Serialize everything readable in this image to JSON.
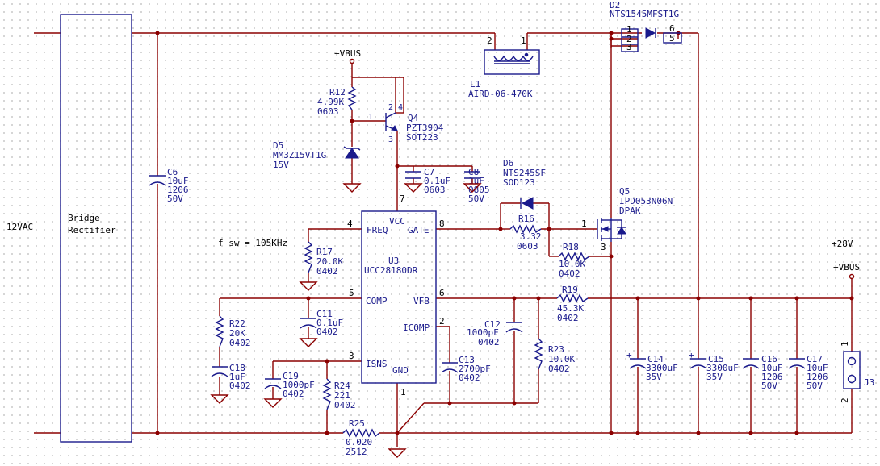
{
  "input": {
    "label": "12VAC"
  },
  "bridge": {
    "line1": "Bridge",
    "line2": "Rectifier"
  },
  "c6": {
    "ref": "C6",
    "value": "10uF",
    "pkg": "1206",
    "volt": "50V"
  },
  "vbus_top": {
    "label": "+VBUS"
  },
  "r12": {
    "ref": "R12",
    "value": "4.99K",
    "pkg": "0603"
  },
  "q4": {
    "ref": "Q4",
    "part": "PZT3904",
    "pkg": "SOT223",
    "pin1": "1",
    "pin2": "2",
    "pin3": "3",
    "pin4": "4"
  },
  "d5": {
    "ref": "D5",
    "part": "MM3Z15VT1G",
    "volt": "15V"
  },
  "l1": {
    "ref": "L1",
    "part": "AIRD-06-470K",
    "pin1": "1",
    "pin2": "2"
  },
  "d2": {
    "ref": "D2",
    "part": "NTS1545MFST1G",
    "pin1": "1",
    "pin2": "2",
    "pin3": "3",
    "pin5": "5",
    "pin6": "6"
  },
  "c7": {
    "ref": "C7",
    "value": "0.1uF",
    "pkg": "0603"
  },
  "c8": {
    "ref": "C8",
    "value": "1uF",
    "pkg": "0805",
    "volt": "50V"
  },
  "d6": {
    "ref": "D6",
    "part": "NTS245SF",
    "pkg": "SOD123"
  },
  "q5": {
    "ref": "Q5",
    "part": "IPD053N06N",
    "pkg": "DPAK",
    "pin1": "1",
    "pin3": "3"
  },
  "r16": {
    "ref": "R16",
    "value": "3.32",
    "pkg": "0603"
  },
  "r18": {
    "ref": "R18",
    "value": "10.0K",
    "pkg": "0402"
  },
  "u3": {
    "ref": "U3",
    "part": "UCC28180DR",
    "vcc": "VCC",
    "freq": "FREQ",
    "gate": "GATE",
    "comp": "COMP",
    "vfb": "VFB",
    "icomp": "ICOMP",
    "isns": "ISNS",
    "gnd": "GND",
    "p1": "1",
    "p2": "2",
    "p3": "3",
    "p4": "4",
    "p5": "5",
    "p6": "6",
    "p7": "7",
    "p8": "8"
  },
  "fsw": {
    "label": "f_sw = 105KHz"
  },
  "r17": {
    "ref": "R17",
    "value": "20.0K",
    "pkg": "0402"
  },
  "r22": {
    "ref": "R22",
    "value": "20K",
    "pkg": "0402"
  },
  "c11": {
    "ref": "C11",
    "value": "0.1uF",
    "pkg": "0402"
  },
  "c18": {
    "ref": "C18",
    "value": "1uF",
    "pkg": "0402"
  },
  "c19": {
    "ref": "C19",
    "value": "1000pF",
    "pkg": "0402"
  },
  "r24": {
    "ref": "R24",
    "value": "221",
    "pkg": "0402"
  },
  "r25": {
    "ref": "R25",
    "value": "0.020",
    "pkg": "2512"
  },
  "c13": {
    "ref": "C13",
    "value": "2700pF",
    "pkg": "0402"
  },
  "c12": {
    "ref": "C12",
    "value": "1000pF",
    "pkg": "0402"
  },
  "r19": {
    "ref": "R19",
    "value": "45.3K",
    "pkg": "0402"
  },
  "r23": {
    "ref": "R23",
    "value": "10.0K",
    "pkg": "0402"
  },
  "c14": {
    "ref": "C14",
    "value": "3300uF",
    "volt": "35V",
    "plus": "+"
  },
  "c15": {
    "ref": "C15",
    "value": "3300uF",
    "volt": "35V",
    "plus": "+"
  },
  "c16": {
    "ref": "C16",
    "value": "10uF",
    "pkg": "1206",
    "volt": "50V"
  },
  "c17": {
    "ref": "C17",
    "value": "10uF",
    "pkg": "1206",
    "volt": "50V"
  },
  "out": {
    "v28": "+28V",
    "vbus": "+VBUS"
  },
  "j3": {
    "ref": "J3",
    "pin1": "1",
    "pin2": "2"
  }
}
